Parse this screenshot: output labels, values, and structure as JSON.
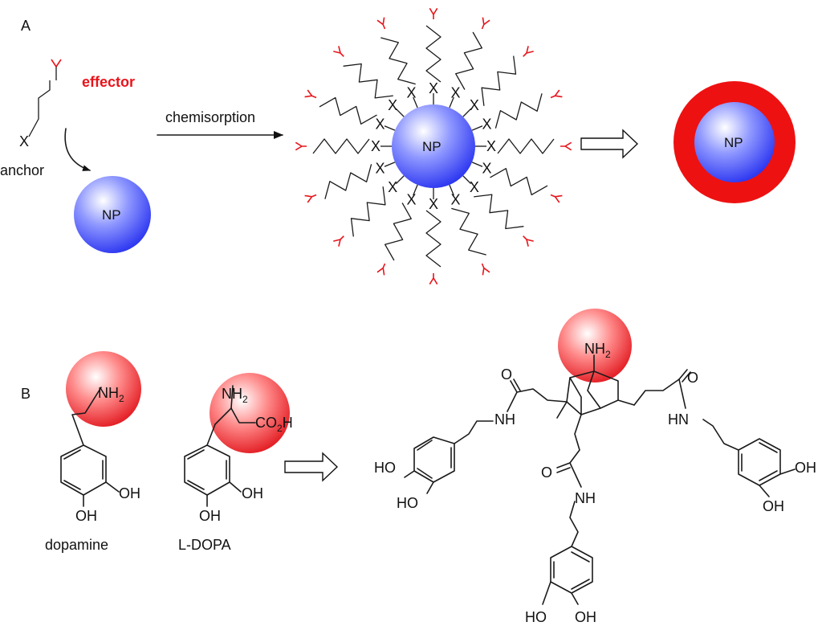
{
  "panels": {
    "a": "A",
    "b": "B"
  },
  "panel_a": {
    "effector_label": "effector",
    "anchor_label": "anchor",
    "anchor_atom": "X",
    "arrow_label": "chemisorption",
    "np_label": "NP",
    "colors": {
      "nanoparticle": "#2f3cff",
      "effector": "#e8141b",
      "shell": "#ee1111"
    }
  },
  "panel_b": {
    "dopamine": {
      "name": "dopamine",
      "amine": "NH",
      "amine_sub": "2",
      "oh_meta": "OH",
      "oh_para": "OH"
    },
    "ldopa": {
      "name": "L-DOPA",
      "amine": "NH",
      "amine_sub": "2",
      "acid_a": "CO",
      "acid_sub": "2",
      "acid_b": "H",
      "oh_meta": "OH",
      "oh_para": "OH"
    },
    "dendrimer": {
      "core_amine": "NH",
      "core_amine_sub": "2",
      "oxygen": "O",
      "amide_nh": "NH",
      "amide_hn": "HN",
      "ho": "HO",
      "oh": "OH"
    }
  }
}
